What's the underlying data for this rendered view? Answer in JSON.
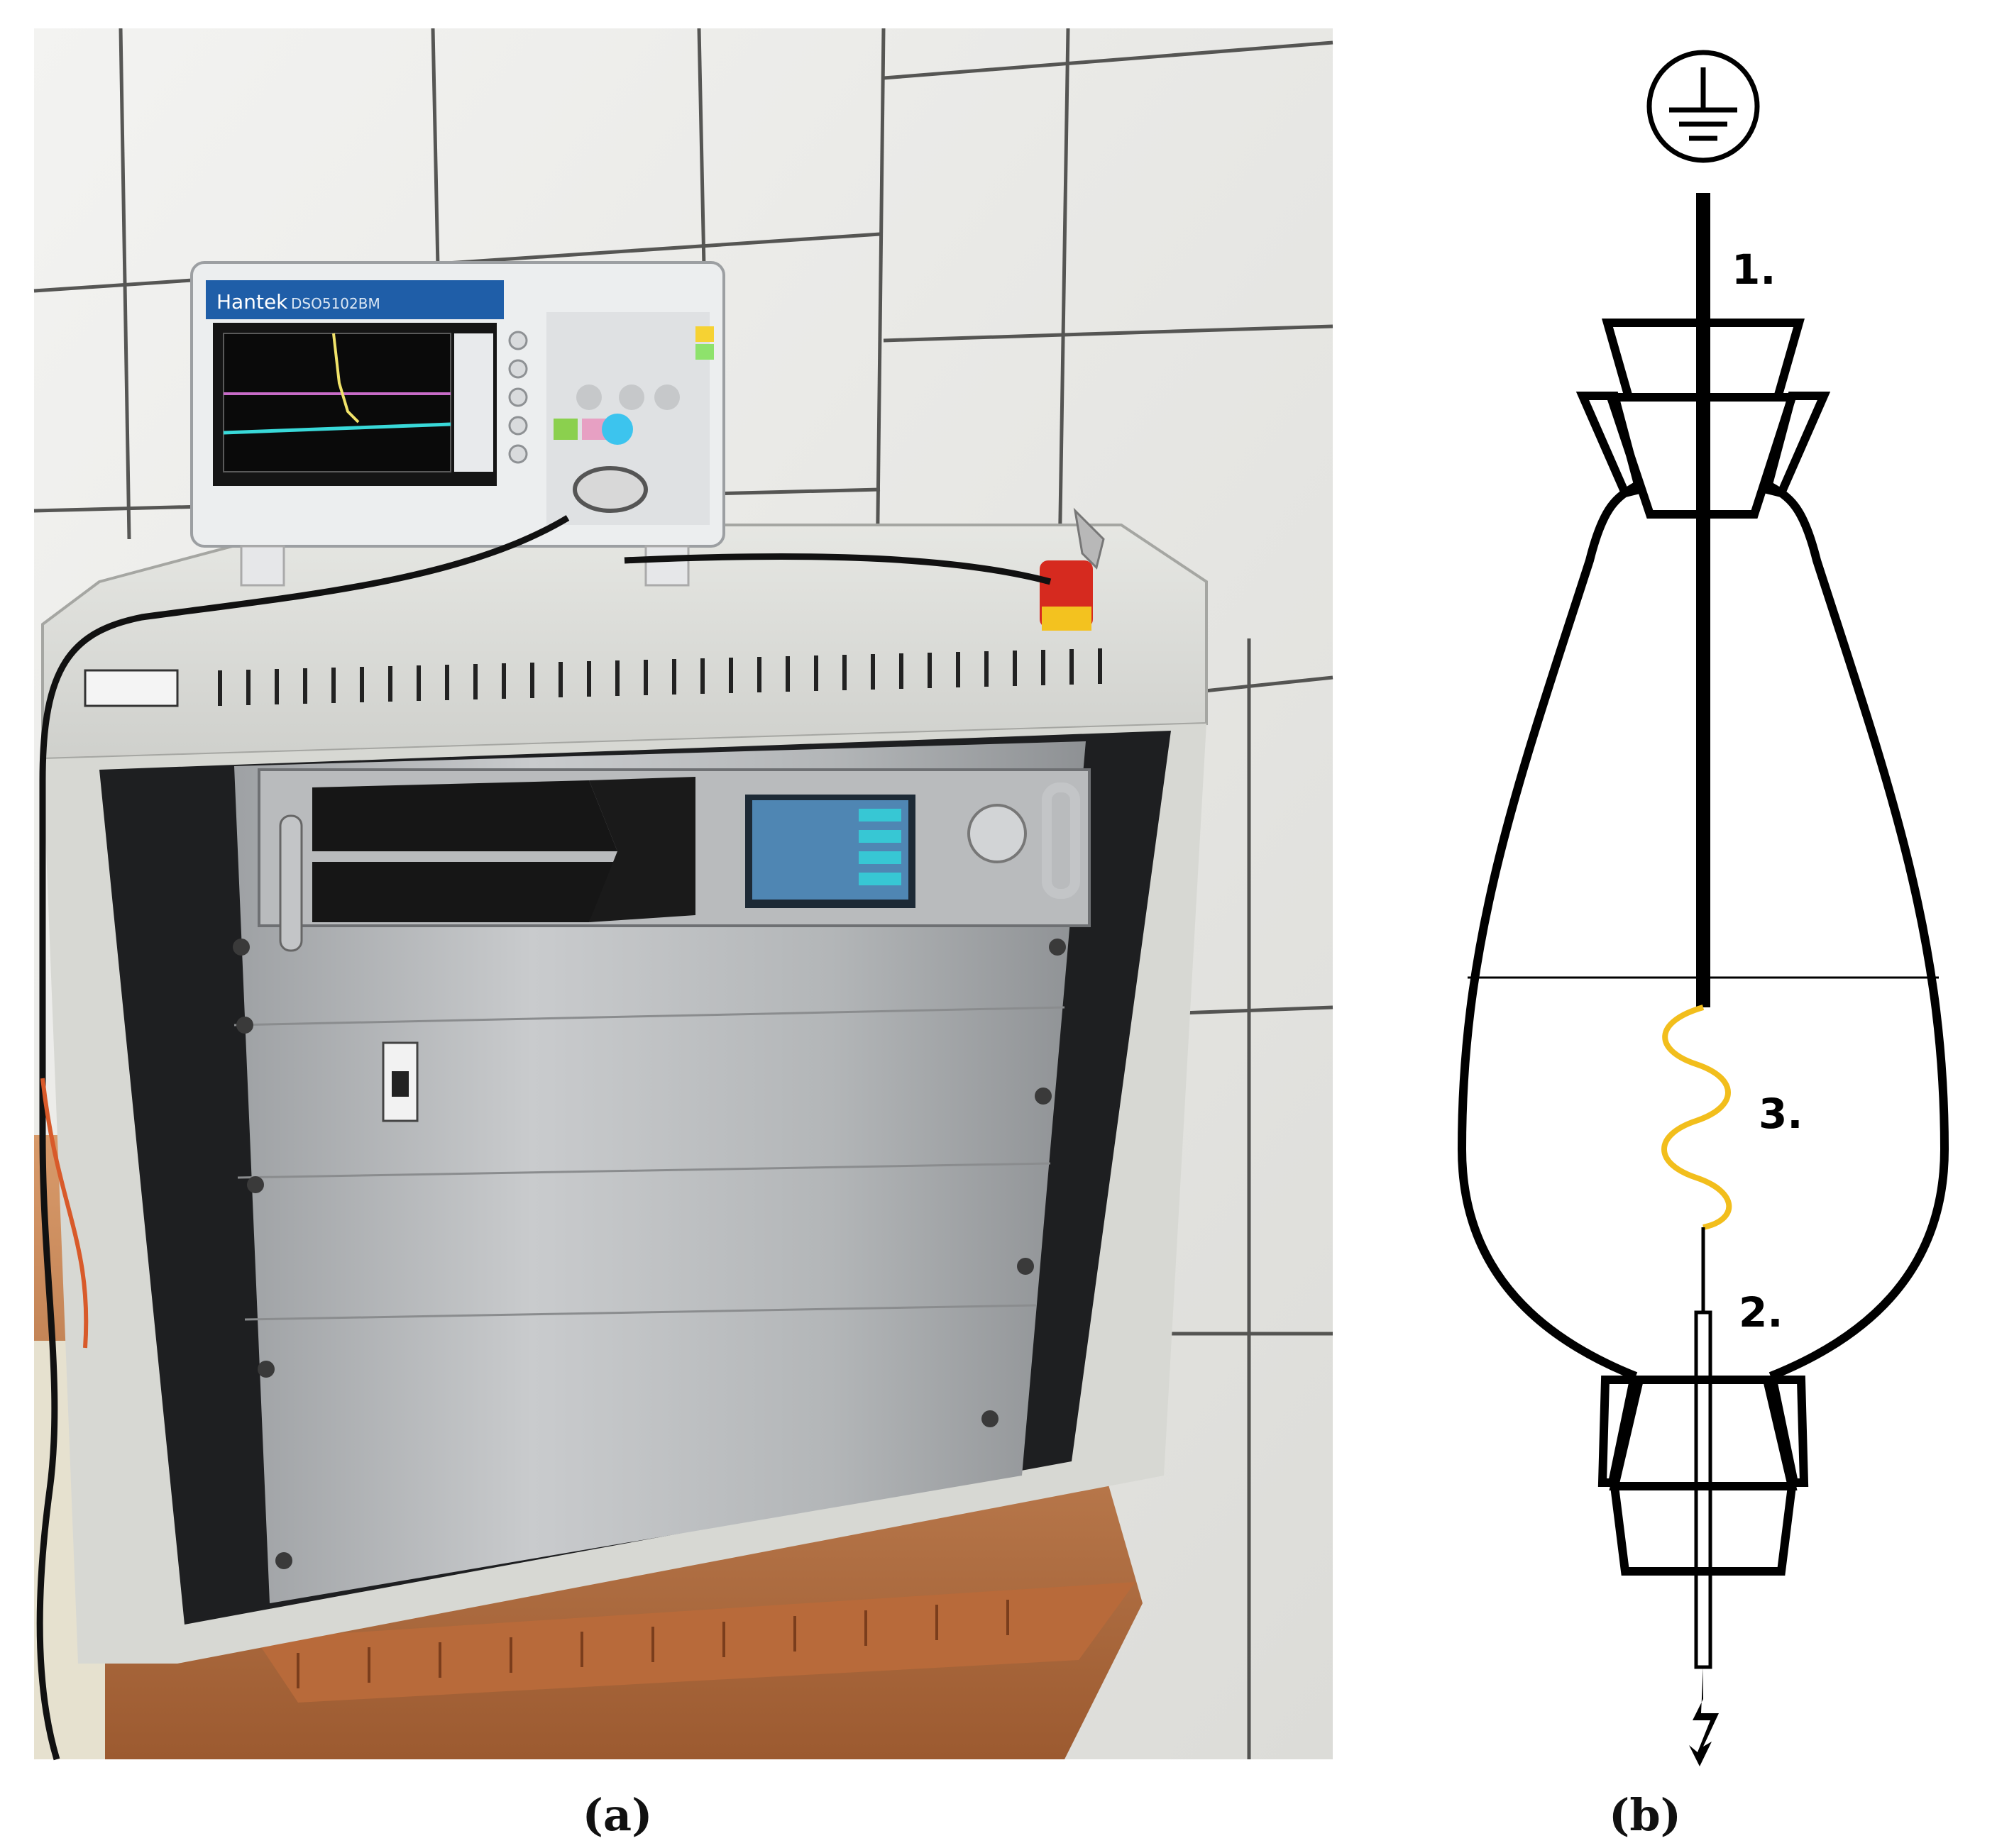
{
  "panel_a": {
    "caption": "(a)",
    "photo": {
      "scope_brand": "Hantek",
      "scope_model": "DSO5102BM",
      "wall_color": "#ececea",
      "cabinet_color": "#d9dad5",
      "table_color": "#c07a4a"
    }
  },
  "panel_b": {
    "caption": "(b)",
    "label_1": "1.",
    "label_2": "2.",
    "label_3": "3.",
    "filament_color": "#f2be1c",
    "line_color": "#000000",
    "ground_symbol": "ground-icon",
    "hv_symbol": "lightning-icon"
  }
}
